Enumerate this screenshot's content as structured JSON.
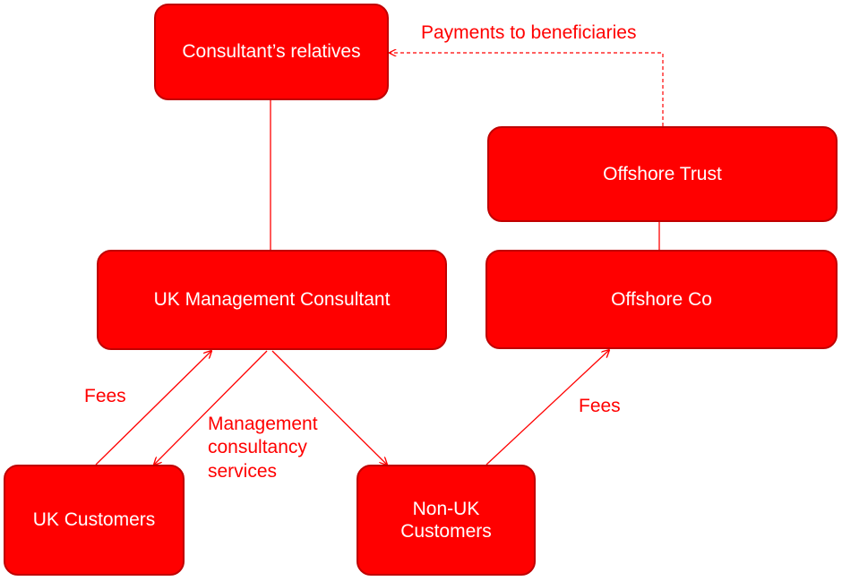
{
  "colors": {
    "node_fill": "#ff0000",
    "node_border": "#c00000",
    "node_text": "#ffffff",
    "connector": "#ff0000",
    "label_text": "#ff0000"
  },
  "nodes": {
    "relatives": "Consultant’s relatives",
    "uk_consultant": "UK Management Consultant",
    "offshore_trust": "Offshore Trust",
    "offshore_co": "Offshore Co",
    "uk_customers": "UK Customers",
    "non_uk_customers": "Non-UK\nCustomers"
  },
  "labels": {
    "payments": "Payments to beneficiaries",
    "fees_uk": "Fees",
    "services": "Management\nconsultancy\nservices",
    "fees_offshore": "Fees"
  }
}
